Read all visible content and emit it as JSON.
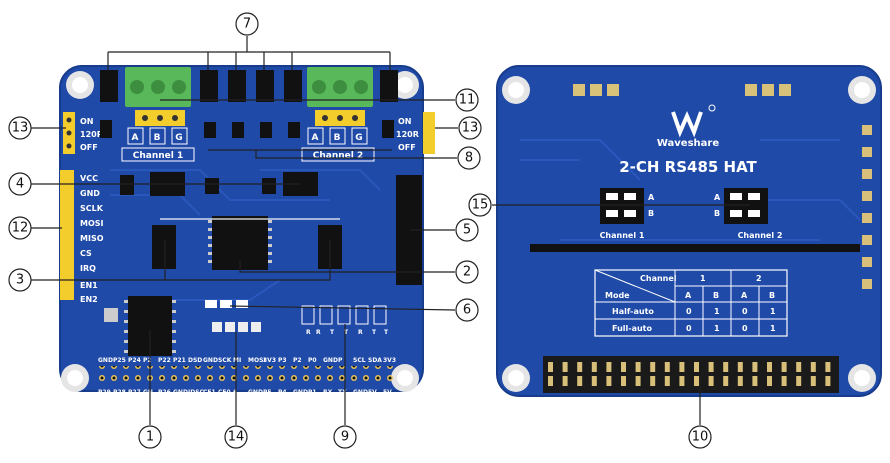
{
  "colors": {
    "pcb_blue": "#1f4aa8",
    "pcb_dark": "#1a3e93",
    "silk": "#ffffff",
    "terminal_green": "#58b85a",
    "header_yellow": "#f3cd2b",
    "black_part": "#111111"
  },
  "front": {
    "switch_labels": [
      "ON",
      "120R",
      "OFF"
    ],
    "right_switch_labels": [
      "ON",
      "120R",
      "OFF"
    ],
    "terminal_pins": [
      "A",
      "B",
      "G"
    ],
    "terminal_pins_2": [
      "A",
      "B",
      "G"
    ],
    "channel1_label": "Channel 1",
    "channel2_label": "Channel 2",
    "header_pins": [
      "VCC",
      "GND",
      "SCLK",
      "MOSI",
      "MISO",
      "CS",
      "IRQ",
      "EN1",
      "EN2"
    ],
    "jumper_labels": [
      "R",
      "R",
      "T",
      "T",
      "R",
      "T",
      "T"
    ],
    "bottom_row1": [
      "GND",
      "P25",
      "P24",
      "P2",
      "P22",
      "P21",
      "DSD",
      "GND",
      "SCK",
      "MI",
      "MOSI",
      "3V3",
      "P3",
      "P2",
      "P0",
      "GND",
      "P",
      "SCL",
      "SDA",
      "3V3"
    ],
    "bottom_row2": [
      "P29",
      "P28",
      "P27",
      "GN",
      "P26",
      "GND",
      "IDSC",
      "CE1",
      "CE0",
      "6",
      "GND",
      "P5",
      "P4",
      "GND",
      "P1",
      "RX",
      "TX",
      "GND",
      "5V",
      "5V"
    ]
  },
  "back": {
    "brand": "Waveshare",
    "product_title": "2-CH RS485 HAT",
    "switch_labels_a": [
      "A",
      "B"
    ],
    "switch_labels_b": [
      "A",
      "B"
    ],
    "channel1_label": "Channel 1",
    "channel2_label": "Channel 2",
    "table": {
      "header": [
        "Channel",
        "1",
        "2"
      ],
      "sub_header": [
        "Mode",
        "A",
        "B",
        "A",
        "B"
      ],
      "rows": [
        [
          "Half-auto",
          "0",
          "1",
          "0",
          "1"
        ],
        [
          "Full-auto",
          "0",
          "1",
          "0",
          "1"
        ]
      ]
    }
  },
  "callouts": [
    "1",
    "2",
    "3",
    "4",
    "5",
    "6",
    "7",
    "8",
    "9",
    "10",
    "11",
    "12",
    "13",
    "13",
    "14",
    "15"
  ]
}
